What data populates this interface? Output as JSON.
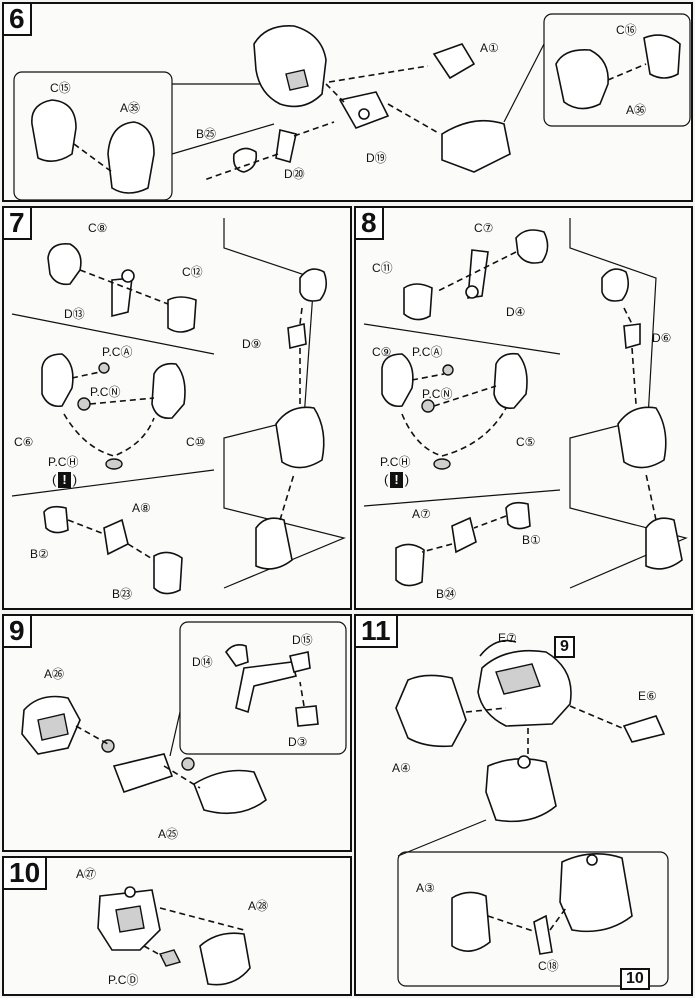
{
  "steps": {
    "s6": {
      "num": "6",
      "labels": [
        "C⑮",
        "A㉟",
        "A①",
        "B㉕",
        "D⑳",
        "D⑲",
        "C⑯",
        "A㊱"
      ]
    },
    "s7": {
      "num": "7",
      "labels": [
        "C⑧",
        "D⑬",
        "C⑫",
        "D⑨",
        "P.CⒶ",
        "P.CⓃ",
        "C⑥",
        "C⑩",
        "P.CⒽ",
        "A⑧",
        "B②",
        "B㉓"
      ],
      "warning": "!"
    },
    "s8": {
      "num": "8",
      "labels": [
        "C⑦",
        "C⑪",
        "D④",
        "D⑥",
        "C⑨",
        "P.CⒶ",
        "P.CⓃ",
        "C⑤",
        "P.CⒽ",
        "A⑦",
        "B①",
        "B㉔"
      ],
      "warning": "!"
    },
    "s9": {
      "num": "9",
      "labels": [
        "A㉖",
        "D⑭",
        "D⑮",
        "D③",
        "A㉕"
      ]
    },
    "s10": {
      "num": "10",
      "labels": [
        "A㉗",
        "A㉘",
        "P.CⒹ"
      ]
    },
    "s11": {
      "num": "11",
      "labels": [
        "E⑦",
        "E⑥",
        "A④",
        "A③",
        "C⑱"
      ],
      "refs": [
        "9",
        "10"
      ]
    }
  }
}
